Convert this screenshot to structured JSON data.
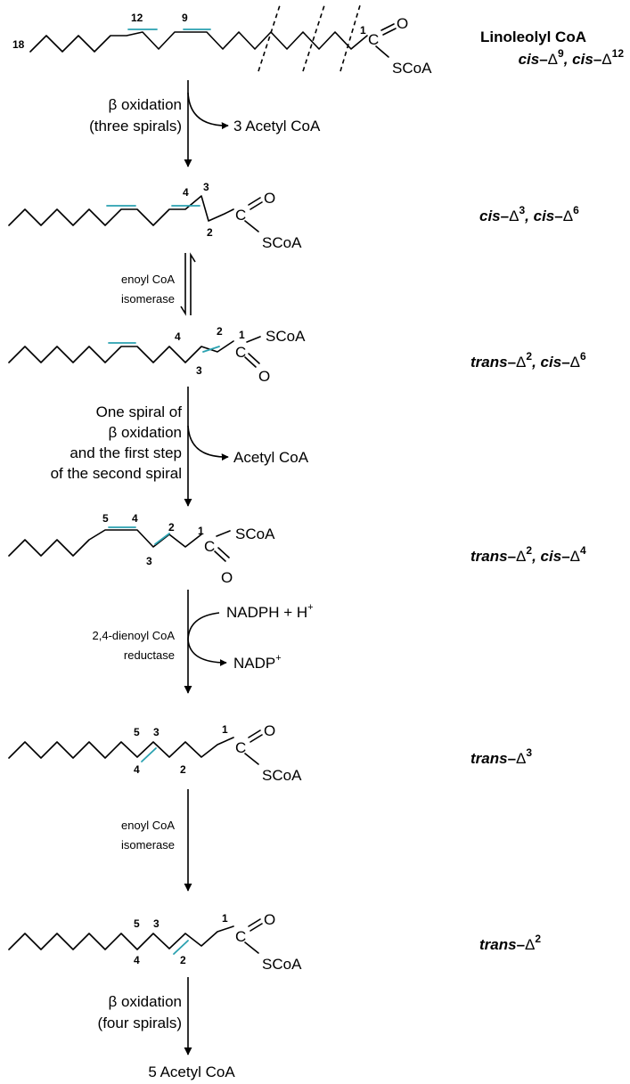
{
  "structures": {
    "s1": {
      "carbon_labels": [
        "18",
        "12",
        "9",
        "1"
      ],
      "atoms": {
        "carbon": "C",
        "oxygen": "O",
        "thioester": "SCoA"
      },
      "name_line1": "Linoleolyl CoA",
      "designation": [
        {
          "prefix": "cis",
          "dash": "–",
          "delta": "Δ",
          "sup": "9",
          "sep": ", "
        },
        {
          "prefix": "cis",
          "dash": "–",
          "delta": "Δ",
          "sup": "12",
          "sep": ""
        }
      ]
    },
    "s2": {
      "carbon_labels": [
        "4",
        "3",
        "2"
      ],
      "atoms": {
        "carbon": "C",
        "oxygen": "O",
        "thioester": "SCoA"
      },
      "designation": [
        {
          "prefix": "cis",
          "dash": "–",
          "delta": "Δ",
          "sup": "3",
          "sep": ", "
        },
        {
          "prefix": "cis",
          "dash": "–",
          "delta": "Δ",
          "sup": "6",
          "sep": ""
        }
      ]
    },
    "s3": {
      "carbon_labels": [
        "4",
        "2",
        "1",
        "3"
      ],
      "atoms": {
        "carbon": "C",
        "oxygen": "O",
        "thioester": "SCoA"
      },
      "designation": [
        {
          "prefix": "trans",
          "dash": "–",
          "delta": "Δ",
          "sup": "2",
          "sep": ", "
        },
        {
          "prefix": "cis",
          "dash": "–",
          "delta": "Δ",
          "sup": "6",
          "sep": ""
        }
      ]
    },
    "s4": {
      "carbon_labels": [
        "5",
        "4",
        "2",
        "1",
        "3"
      ],
      "atoms": {
        "carbon": "C",
        "oxygen": "O",
        "thioester": "SCoA"
      },
      "designation": [
        {
          "prefix": "trans",
          "dash": "–",
          "delta": "Δ",
          "sup": "2",
          "sep": ", "
        },
        {
          "prefix": "cis",
          "dash": "–",
          "delta": "Δ",
          "sup": "4",
          "sep": ""
        }
      ]
    },
    "s5": {
      "carbon_labels": [
        "5",
        "3",
        "1",
        "4",
        "2"
      ],
      "atoms": {
        "carbon": "C",
        "oxygen": "O",
        "thioester": "SCoA"
      },
      "designation": [
        {
          "prefix": "trans",
          "dash": "–",
          "delta": "Δ",
          "sup": "3",
          "sep": ""
        }
      ]
    },
    "s6": {
      "carbon_labels": [
        "5",
        "3",
        "1",
        "4",
        "2"
      ],
      "atoms": {
        "carbon": "C",
        "oxygen": "O",
        "thioester": "SCoA"
      },
      "designation": [
        {
          "prefix": "trans",
          "dash": "–",
          "delta": "Δ",
          "sup": "2",
          "sep": ""
        }
      ]
    }
  },
  "steps": {
    "step1": {
      "label_lines": [
        "β oxidation",
        "(three spirals)"
      ],
      "product": "3 Acetyl CoA"
    },
    "step2": {
      "label_lines": [
        "enoyl CoA",
        "isomerase"
      ]
    },
    "step3": {
      "label_lines": [
        "One spiral of",
        "β oxidation",
        "and the first step",
        "of the second spiral"
      ],
      "product": "Acetyl CoA"
    },
    "step4": {
      "label_lines": [
        "2,4-dienoyl CoA",
        "reductase"
      ],
      "reactant": "NADPH + H",
      "reactant_sup": "+",
      "product": "NADP",
      "product_sup": "+"
    },
    "step5": {
      "label_lines": [
        "enoyl CoA",
        "isomerase"
      ]
    },
    "step6": {
      "label_lines": [
        "β oxidation",
        "(four spirals)"
      ]
    }
  },
  "final_product": "5 Acetyl CoA",
  "colors": {
    "double_bond": "#2aa1b0",
    "line": "#000000"
  }
}
